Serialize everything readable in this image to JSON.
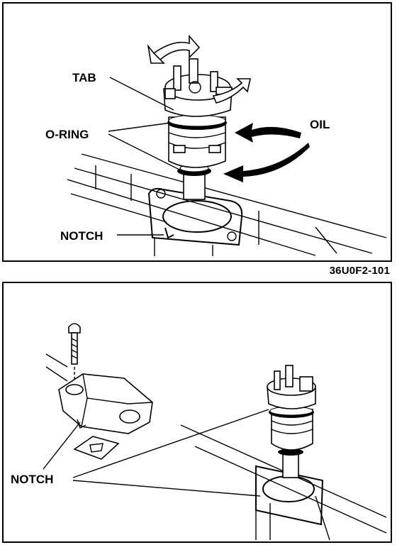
{
  "top_figure": {
    "labels": {
      "tab": "TAB",
      "o_ring": "O-RING",
      "oil": "OIL",
      "notch": "NOTCH"
    }
  },
  "reference_code": "36U0F2-101",
  "bottom_figure": {
    "labels": {
      "notch": "NOTCH"
    }
  }
}
